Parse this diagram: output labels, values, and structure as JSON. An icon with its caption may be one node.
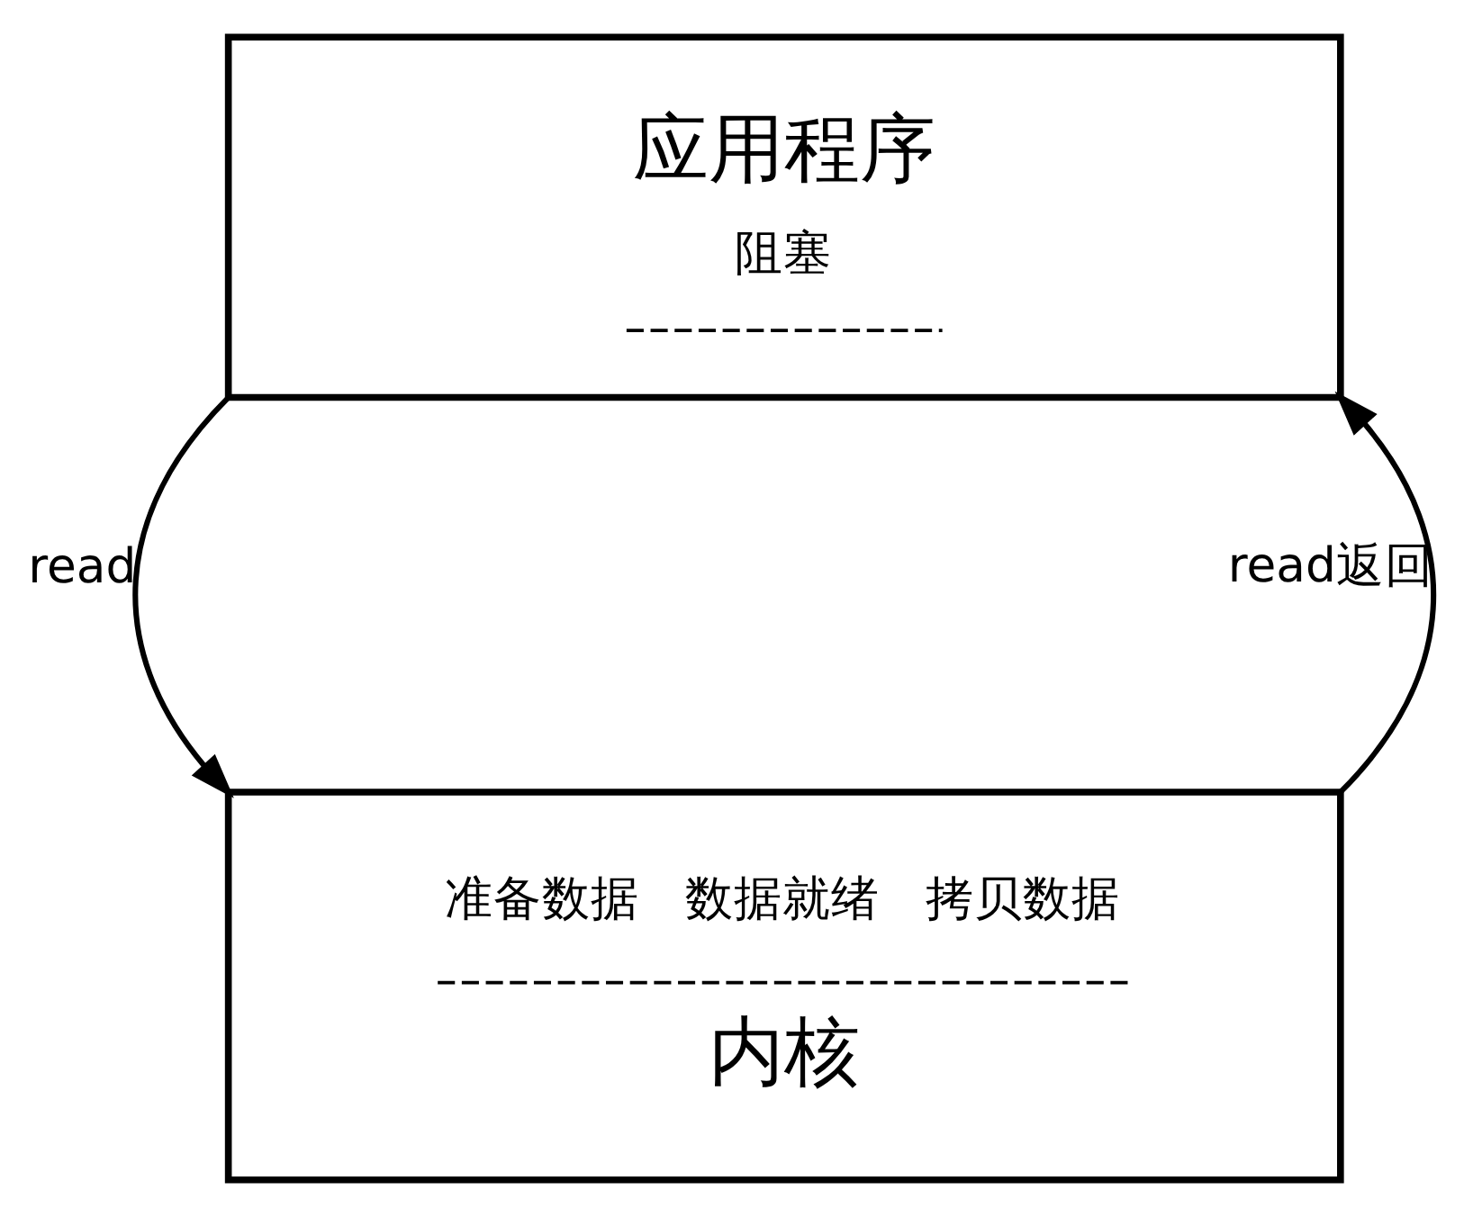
{
  "diagram": {
    "nodes": [
      {
        "text": [
          "应用程序",
          "阻塞"
        ]
      },
      {
        "text": [
          "准备数据",
          "数据就绪",
          "拷贝数据",
          "内核"
        ]
      }
    ],
    "edges": [
      {
        "from": 0,
        "to": 1,
        "arrow": "to",
        "label": "read"
      },
      {
        "from": 1,
        "to": 0,
        "arrow": "to",
        "label": "read返回"
      }
    ]
  }
}
